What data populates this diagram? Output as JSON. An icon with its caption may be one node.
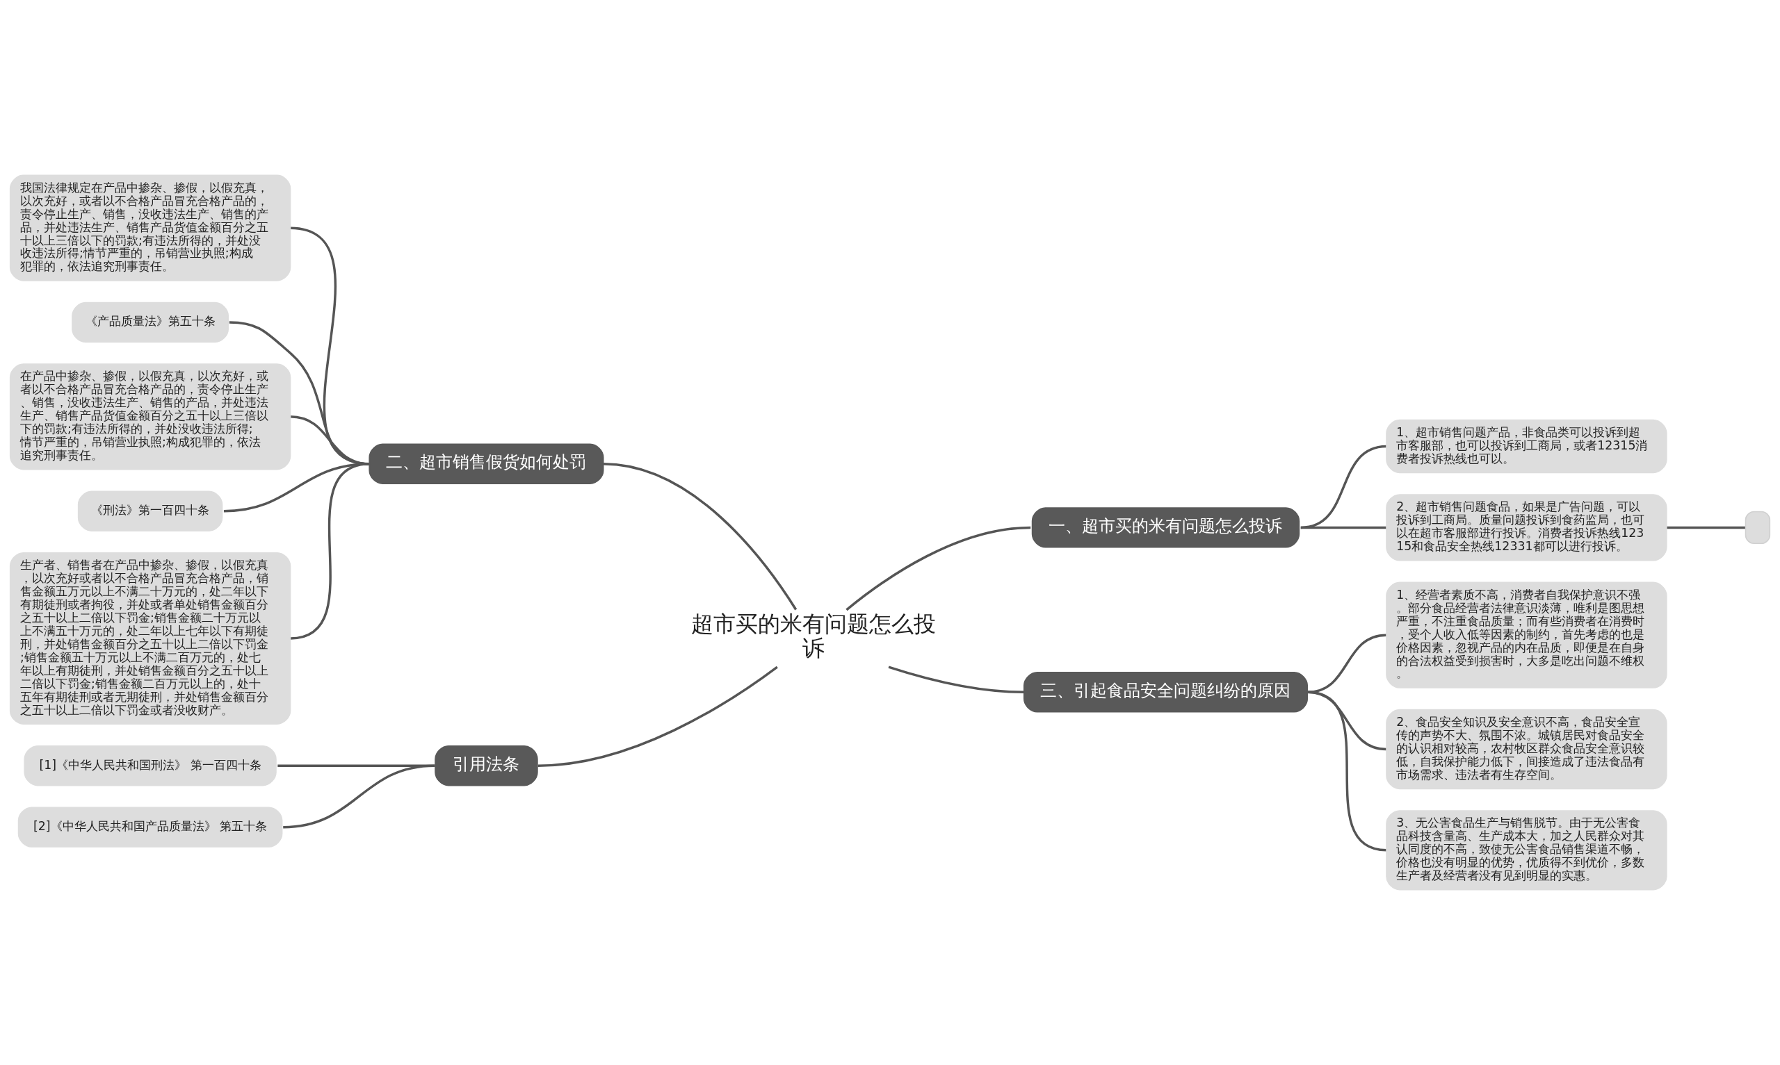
{
  "diagram": {
    "nodes": [
      {
        "text": [
          "超市买的米有问题怎么投诉"
        ]
      },
      {
        "text": [
          "一、超市买的米有问题怎么投诉"
        ]
      },
      {
        "text": [
          "1、超市销售问题产品，非食品类可以投诉到超市客服部，也可以投诉到工商局，或者12315消费者投诉热线也可以。"
        ]
      },
      {
        "text": [
          "2、超市销售问题食品，如果是广告问题，可以投诉到工商局。质量问题投诉到食药监局，也可以在超市客服部进行投诉。消费者投诉热线12315和食品安全热线12331都可以进行投诉。"
        ]
      },
      {
        "text": [],
        "shape": "box"
      },
      {
        "text": [
          "二、超市销售假货如何处罚"
        ]
      },
      {
        "text": [
          "我国法律规定在产品中掺杂、掺假，以假充真，以次充好，或者以不合格产品冒充合格产品的，责令停止生产、销售，没收违法生产、销售的产品，并处违法生产、销售产品货值金额百分之五十以上三倍以下的罚款;有违法所得的，并处没收违法所得;情节严重的，吊销营业执照;构成犯罪的，依法追究刑事责任。"
        ]
      },
      {
        "text": [
          "《产品质量法》第五十条"
        ]
      },
      {
        "text": [
          "在产品中掺杂、掺假，以假充真，以次充好，或者以不合格产品冒充合格产品的，责令停止生产、销售，没收违法生产、销售的产品，并处违法生产、销售产品货值金额百分之五十以上三倍以下的罚款;有违法所得的，并处没收违法所得;情节严重的，吊销营业执照;构成犯罪的，依法追究刑事责任。"
        ]
      },
      {
        "text": [
          "《刑法》第一百四十条"
        ]
      },
      {
        "text": [
          "生产者、销售者在产品中掺杂、掺假，以假充真，以次充好或者以不合格产品冒充合格产品，销售金额五万元以上不满二十万元的，处二年以下有期徒刑或者拘役，并处或者单处销售金额百分之五十以上二倍以下罚金;销售金额二十万元以上不满五十万元的，处二年以上七年以下有期徒刑，并处销售金额百分之五十以上二倍以下罚金;销售金额五十万元以上不满二百万元的，处七年以上有期徒刑，并处销售金额百分之五十以上二倍以下罚金;销售金额二百万元以上的，处十五年有期徒刑或者无期徒刑，并处销售金额百分之五十以上二倍以下罚金或者没收财产。"
        ]
      },
      {
        "text": [
          "三、引起食品安全问题纠纷的原因"
        ]
      },
      {
        "text": [
          "1、经营者素质不高，消费者自我保护意识不强。部分食品经营者法律意识淡薄，唯利是图思想严重，不注重食品质量；而有些消费者在消费时，受个人收入低等因素的制约，首先考虑的也是价格因素，忽视产品的内在品质，即便是在自身的合法权益受到损害时，大多是吃出问题不维权。"
        ]
      },
      {
        "text": [
          "2、食品安全知识及安全意识不高，食品安全宣传的声势不大、氛围不浓。城镇居民对食品安全的认识相对较高，农村牧区群众食品安全意识较低，自我保护能力低下，间接造成了违法食品有市场需求、违法者有生存空间。"
        ]
      },
      {
        "text": [
          "3、无公害食品生产与销售脱节。由于无公害食品科技含量高、生产成本大，加之人民群众对其认同度的不高，致使无公害食品销售渠道不畅，价格也没有明显的优势，优质得不到优价，多数生产者及经营者没有见到明显的实惠。"
        ]
      },
      {
        "text": [
          "引用法条"
        ]
      },
      {
        "text": [
          "[1]《中华人民共和国刑法》 第一百四十条"
        ]
      },
      {
        "text": [
          "[2]《中华人民共和国产品质量法》 第五十条"
        ]
      }
    ],
    "edges": [
      {
        "from": 0,
        "to": 1,
        "arrow": "none"
      },
      {
        "from": 1,
        "to": 2,
        "arrow": "none"
      },
      {
        "from": 1,
        "to": 3,
        "arrow": "none"
      },
      {
        "from": 3,
        "to": 4,
        "arrow": "none"
      },
      {
        "from": 0,
        "to": 5,
        "arrow": "none"
      },
      {
        "from": 5,
        "to": 6,
        "arrow": "none"
      },
      {
        "from": 5,
        "to": 7,
        "arrow": "none"
      },
      {
        "from": 5,
        "to": 8,
        "arrow": "none"
      },
      {
        "from": 5,
        "to": 9,
        "arrow": "none"
      },
      {
        "from": 5,
        "to": 10,
        "arrow": "none"
      },
      {
        "from": 0,
        "to": 11,
        "arrow": "none"
      },
      {
        "from": 11,
        "to": 12,
        "arrow": "none"
      },
      {
        "from": 11,
        "to": 13,
        "arrow": "none"
      },
      {
        "from": 11,
        "to": 14,
        "arrow": "none"
      },
      {
        "from": 0,
        "to": 15,
        "arrow": "none"
      },
      {
        "from": 15,
        "to": 16,
        "arrow": "none"
      },
      {
        "from": 15,
        "to": 17,
        "arrow": "none"
      }
    ]
  }
}
